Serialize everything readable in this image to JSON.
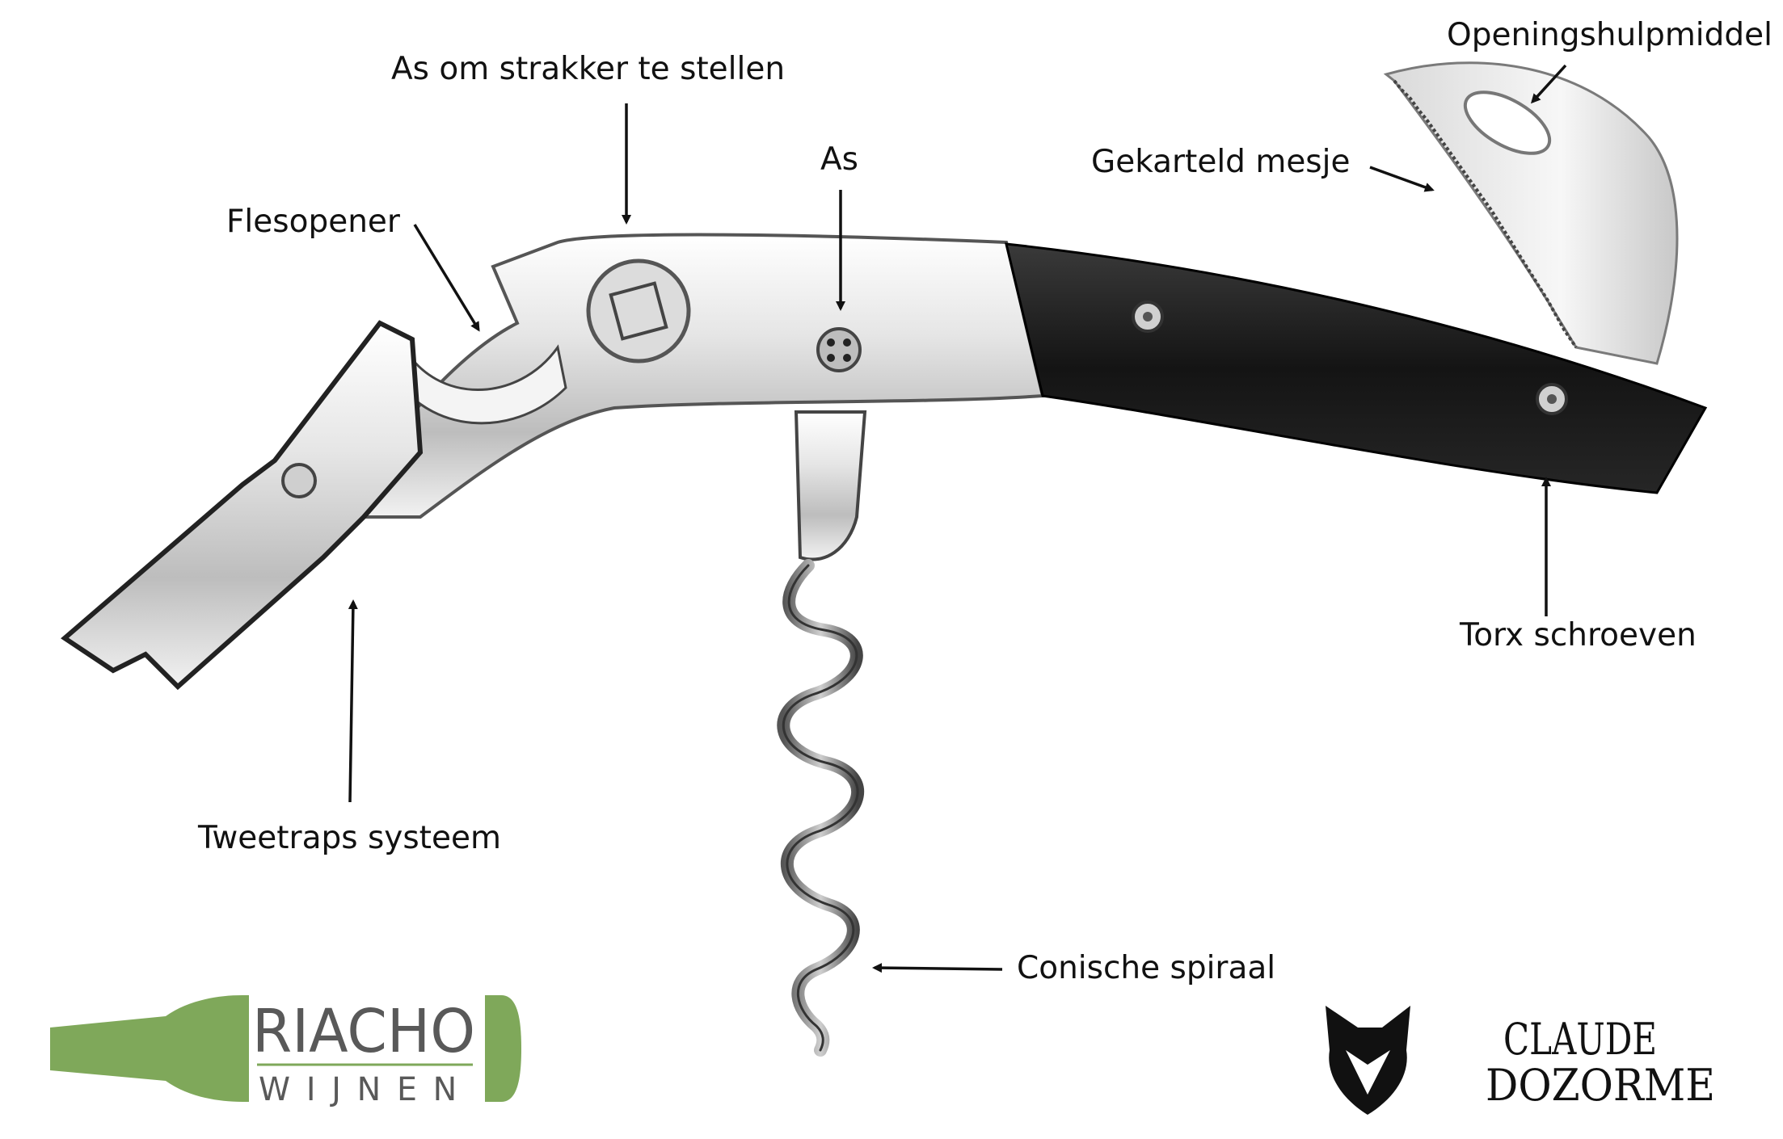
{
  "labels": {
    "tension_axis": "As om strakker te stellen",
    "axis": "As",
    "bottle_opener": "Flesopener",
    "serrated_blade": "Gekarteld mesje",
    "opening_aid": "Openingshulpmiddel",
    "torx_screws": "Torx schroeven",
    "two_step": "Tweetraps systeem",
    "conical_spiral": "Conische spiraal"
  },
  "logos": {
    "riacho_top": "RIACHO",
    "riacho_bottom": "WIJNEN",
    "claude_line1": "CLAUDE",
    "claude_line2": "DOZORME"
  },
  "colors": {
    "text": "#111111",
    "arrow": "#111111",
    "riacho_green": "#7fa85a",
    "riacho_text": "#595959",
    "handle_wood": "#1c1c1c",
    "steel_light": "#e9e9e9",
    "steel_dark": "#8a8a8a"
  }
}
